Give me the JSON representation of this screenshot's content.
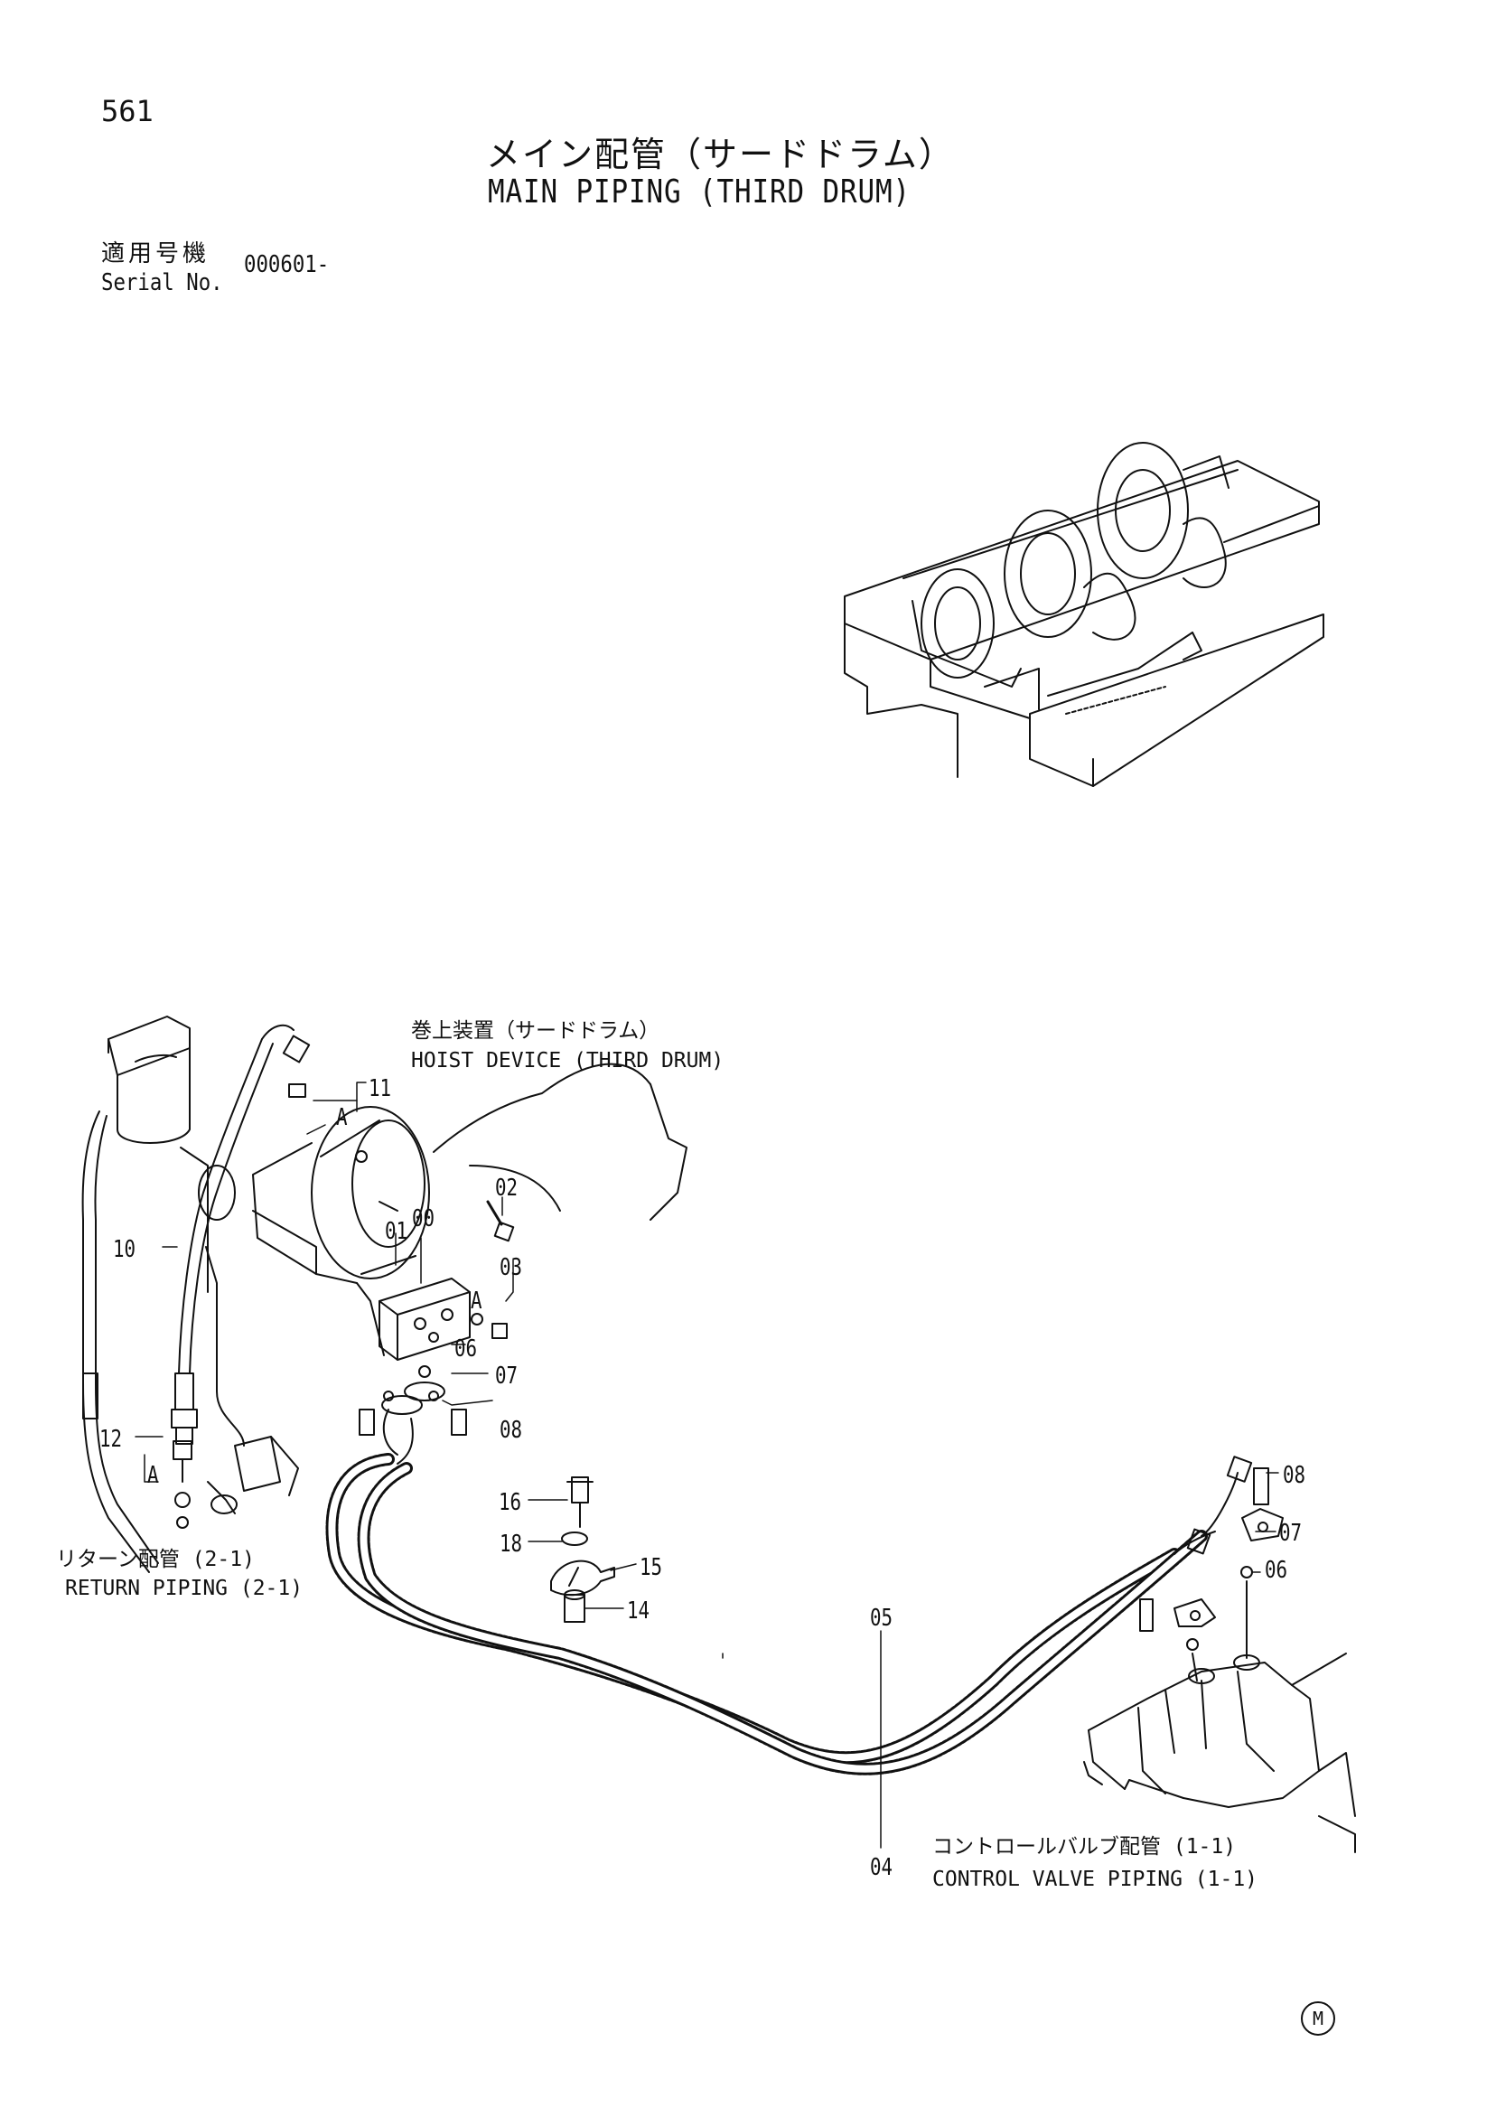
{
  "header": {
    "page_number": "561",
    "title_jp": "メイン配管（サードドラム）",
    "title_en": "MAIN PIPING (THIRD DRUM)",
    "serial_label_jp": "適用号機",
    "serial_label_en": "Serial No.",
    "serial_value": "000601-"
  },
  "captions": {
    "hoist_jp": "巻上装置（サードドラム）",
    "hoist_en": "HOIST DEVICE (THIRD DRUM)",
    "return_jp": "リターン配管 (2-1)",
    "return_en": "RETURN PIPING (2-1)",
    "control_jp": "コントロールバルブ配管 (1-1)",
    "control_en": "CONTROL VALVE PIPING (1-1)"
  },
  "part_callouts": [
    "00",
    "01",
    "02",
    "03",
    "04",
    "05",
    "06",
    "06",
    "07",
    "07",
    "08",
    "08",
    "10",
    "11",
    "12",
    "14",
    "15",
    "16",
    "18",
    "A",
    "A",
    "A"
  ],
  "footer": {
    "mark": "M"
  }
}
